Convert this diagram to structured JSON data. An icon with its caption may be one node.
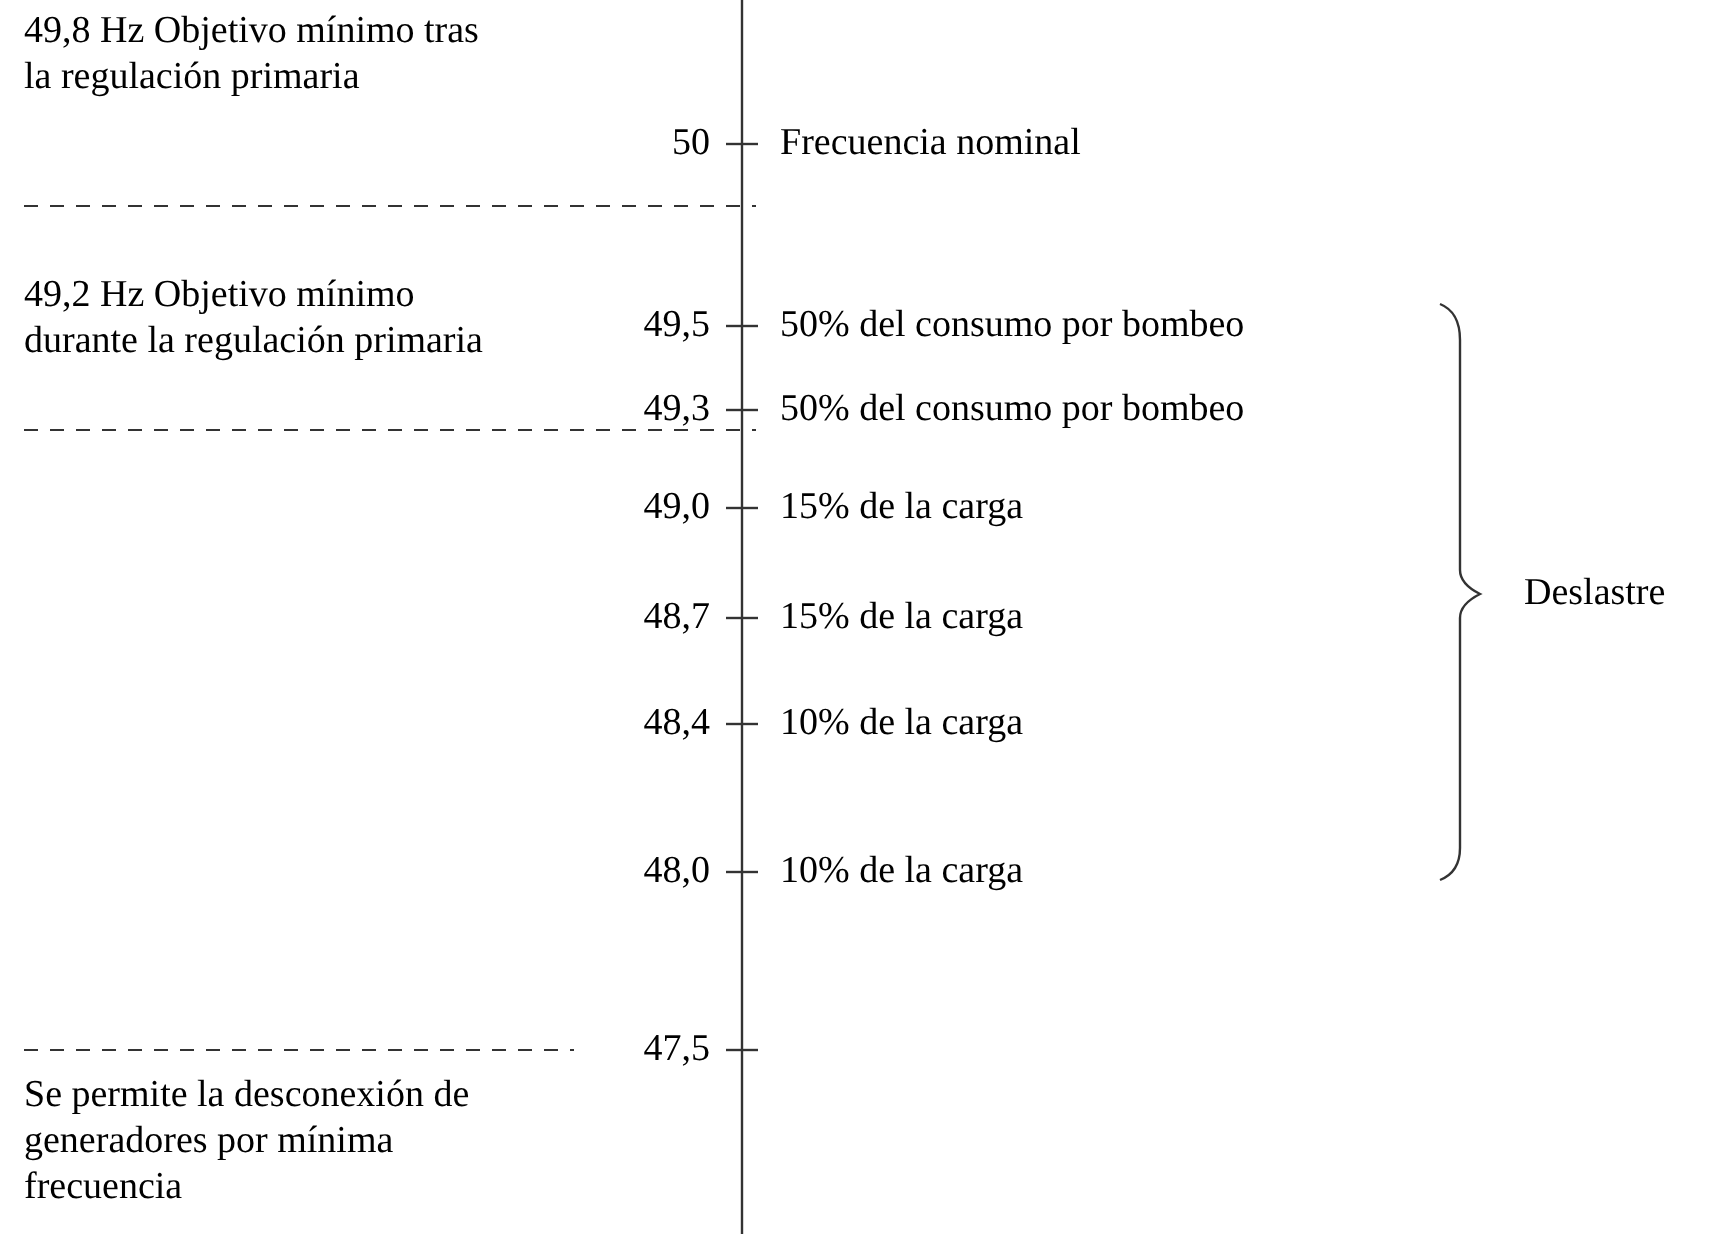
{
  "diagram": {
    "labels": [
      "49,8 Hz Objetivo mínimo tras la regulación primaria",
      "50",
      "Frecuencia nominal",
      "49,2 Hz Objetivo mínimo durante la regulación primaria",
      "49,5",
      "50% del consumo por bombeo",
      "49,3",
      "50% del consumo por bombeo",
      "49,0",
      "15% de la carga",
      "48,7",
      "15% de la carga",
      "48,4",
      "10% de la carga",
      "48,0",
      "10% de la carga",
      "Deslastre",
      "47,5",
      "Se permite la desconexión de generadores por mínima frecuencia"
    ]
  }
}
